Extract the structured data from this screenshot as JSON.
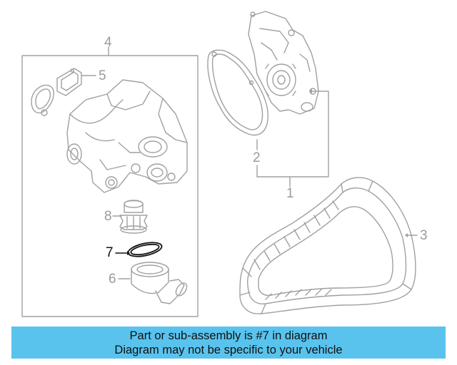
{
  "callouts": {
    "c1": "1",
    "c2": "2",
    "c3": "3",
    "c4": "4",
    "c5": "5",
    "c6": "6",
    "c7": "7",
    "c8": "8"
  },
  "highlighted_part": "7",
  "colors": {
    "line_gray": "#a8a8a8",
    "part_outline": "#9a9a9a",
    "highlight": "#111111",
    "banner": "#59c3ee"
  },
  "banner": {
    "line1": "Part or sub-assembly is #7 in diagram",
    "line2": "Diagram may not be specific to your vehicle"
  }
}
